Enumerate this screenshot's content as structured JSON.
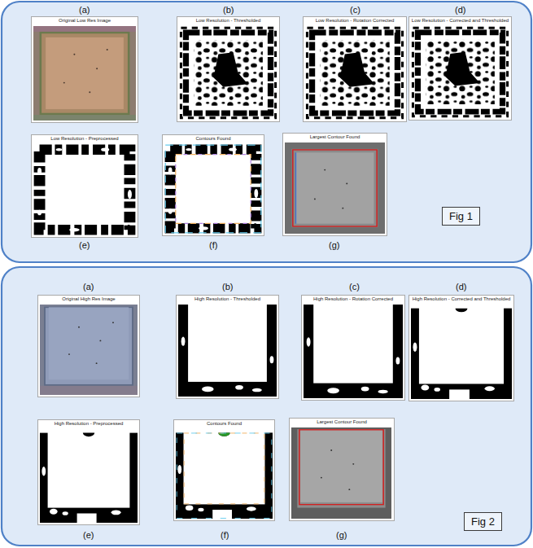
{
  "diagram": {
    "nodes": [
      {
        "text": [
          "Original Low Res Image"
        ]
      },
      {
        "text": [
          "Low Resolution - Thresholded"
        ]
      },
      {
        "text": [
          "Low Resolution - Rotation Corrected"
        ]
      },
      {
        "text": [
          "Low Resolution - Corrected and Thresholded"
        ]
      },
      {
        "text": [
          "Low Resolution - Preprocessed"
        ]
      },
      {
        "text": [
          "Contours Found"
        ]
      },
      {
        "text": [
          "Largest Contour Found"
        ]
      },
      {
        "text": [
          "Fig 1"
        ]
      },
      {
        "text": [
          "Original High Res Image"
        ]
      },
      {
        "text": [
          "High Resolution - Thresholded"
        ]
      },
      {
        "text": [
          "High Resolution - Rotation Corrected"
        ]
      },
      {
        "text": [
          "High Resolution - Corrected and Thresholded"
        ]
      },
      {
        "text": [
          "High Resolution - Preprocessed"
        ]
      },
      {
        "text": [
          "Contours Found"
        ]
      },
      {
        "text": [
          "Largest Contour Found"
        ]
      },
      {
        "text": [
          "Fig 2"
        ]
      }
    ],
    "labels": [
      "(a)",
      "(b)",
      "(c)",
      "(d)",
      "(e)",
      "(f)",
      "(g)",
      "(a)",
      "(b)",
      "(c)",
      "(d)",
      "(e)",
      "(f)",
      "(g)"
    ]
  }
}
